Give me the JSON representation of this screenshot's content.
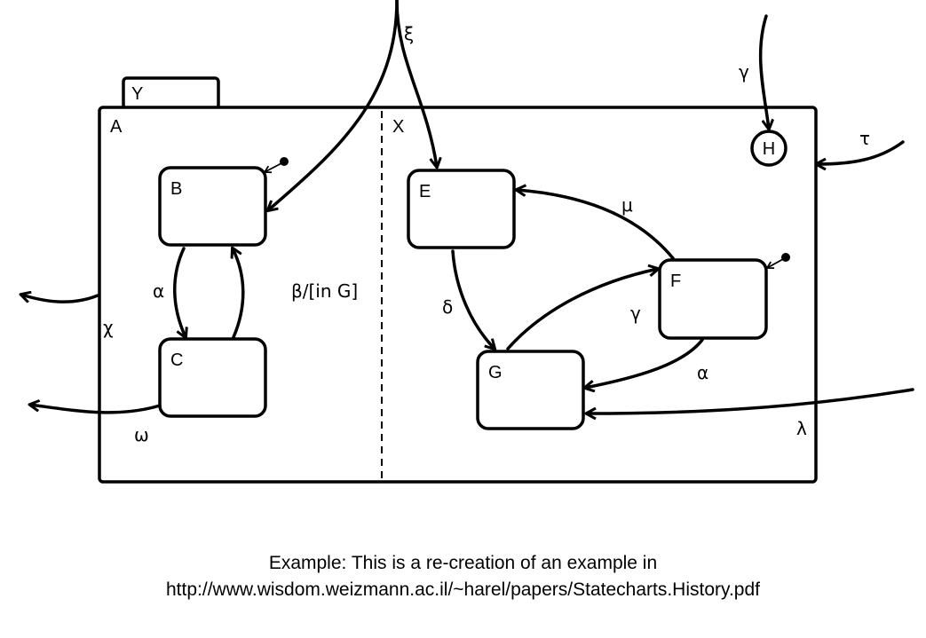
{
  "diagram": {
    "superstate": "A",
    "tab": "Y",
    "region_right": "X",
    "history": "H",
    "states": {
      "B": "B",
      "C": "C",
      "E": "E",
      "F": "F",
      "G": "G"
    },
    "events": {
      "xi": "ξ",
      "gamma_h": "γ",
      "tau": "τ",
      "chi": "χ",
      "omega": "ω",
      "alpha_bc": "α",
      "beta": "β/[in G]",
      "delta": "δ",
      "mu": "μ",
      "gamma_gf": "γ",
      "alpha_fg": "α",
      "lambda": "λ"
    }
  },
  "caption": {
    "line1": "Example: This is a re-creation of an example in",
    "line2": "http://www.wisdom.weizmann.ac.il/~harel/papers/Statecharts.History.pdf"
  }
}
